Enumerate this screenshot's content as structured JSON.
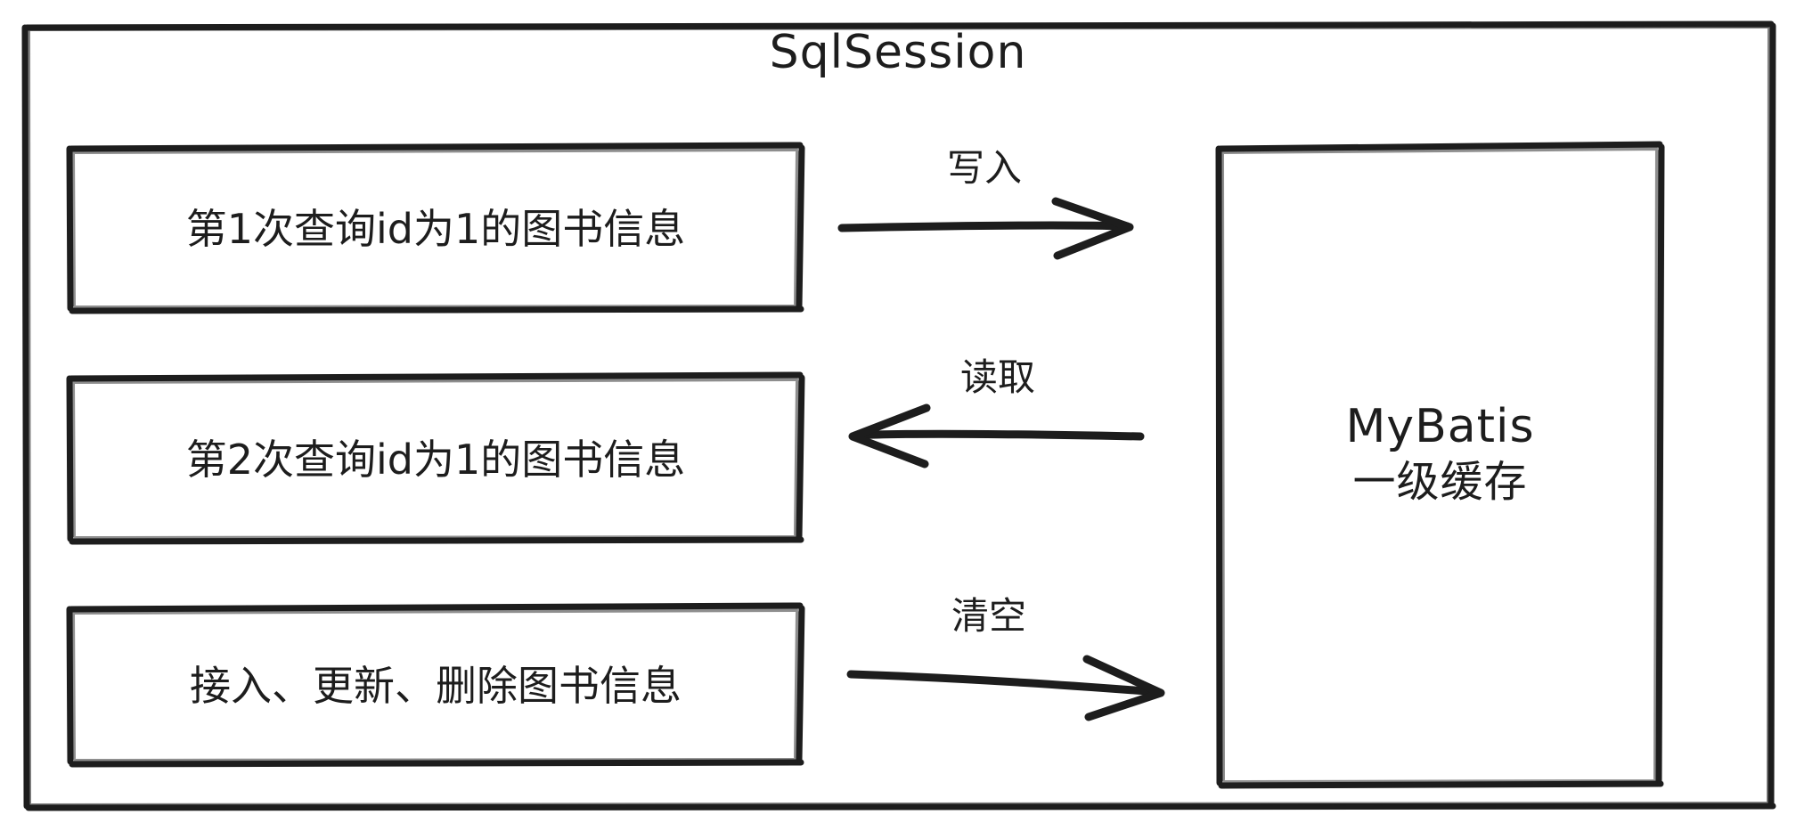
{
  "diagram": {
    "title": "SqlSession",
    "type": "hand-drawn-flow",
    "stroke_color": "#1d1d1d",
    "background_color": "#ffffff"
  },
  "session_boxes": [
    {
      "id": "first-query",
      "label": "第1次查询id为1的图书信息"
    },
    {
      "id": "second-query",
      "label": "第2次查询id为1的图书信息"
    },
    {
      "id": "mutation",
      "label": "接入、更新、删除图书信息"
    }
  ],
  "arrows": [
    {
      "id": "write",
      "label": "写入",
      "direction": "right"
    },
    {
      "id": "read",
      "label": "读取",
      "direction": "left"
    },
    {
      "id": "clear",
      "label": "清空",
      "direction": "right"
    }
  ],
  "cache_box": {
    "title": "MyBatis",
    "subtitle": "一级缓存"
  }
}
